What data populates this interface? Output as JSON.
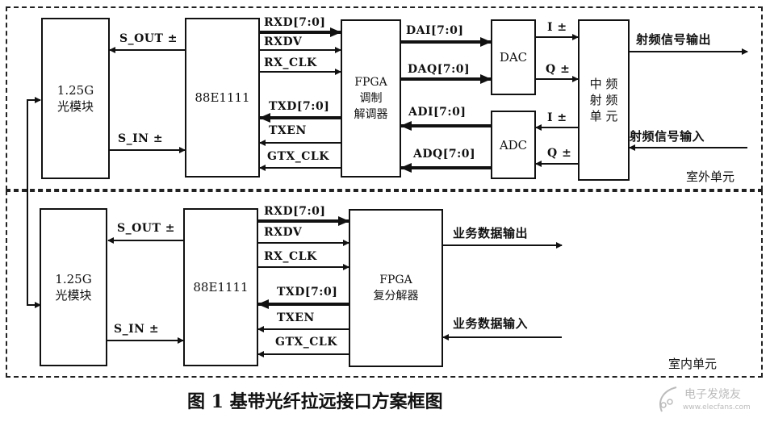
{
  "outdoor_unit": {
    "title": "室外单元",
    "optical_module": "1.25G\n光模块",
    "phy": "88E1111",
    "fpga": "FPGA\n调制\n解调器",
    "dac": "DAC",
    "adc": "ADC",
    "if_rf": "中 频\n射 频\n单 元",
    "signals": {
      "s_out": "S_OUT ±",
      "s_in": "S_IN ±",
      "rxd": "RXD[7:0]",
      "rxdv": "RXDV",
      "rx_clk": "RX_CLK",
      "txd": "TXD[7:0]",
      "txen": "TXEN",
      "gtx_clk": "GTX_CLK",
      "dai": "DAI[7:0]",
      "daq": "DAQ[7:0]",
      "adi": "ADI[7:0]",
      "adq": "ADQ[7:0]",
      "dac_i": "I ±",
      "dac_q": "Q ±",
      "adc_i": "I ±",
      "adc_q": "Q ±",
      "rf_out": "射频信号输出",
      "rf_in": "射频信号输入"
    }
  },
  "indoor_unit": {
    "title": "室内单元",
    "optical_module": "1.25G\n光模块",
    "phy": "88E1111",
    "fpga": "FPGA\n复分解器",
    "signals": {
      "s_out": "S_OUT ±",
      "s_in": "S_IN ±",
      "rxd": "RXD[7:0]",
      "rxdv": "RXDV",
      "rx_clk": "RX_CLK",
      "txd": "TXD[7:0]",
      "txen": "TXEN",
      "gtx_clk": "GTX_CLK",
      "data_out": "业务数据输出",
      "data_in": "业务数据输入"
    }
  },
  "caption": "图 1   基带光纤拉远接口方案框图",
  "watermark": {
    "text": "电子发烧友",
    "url_text": "www.elecfans.com"
  }
}
